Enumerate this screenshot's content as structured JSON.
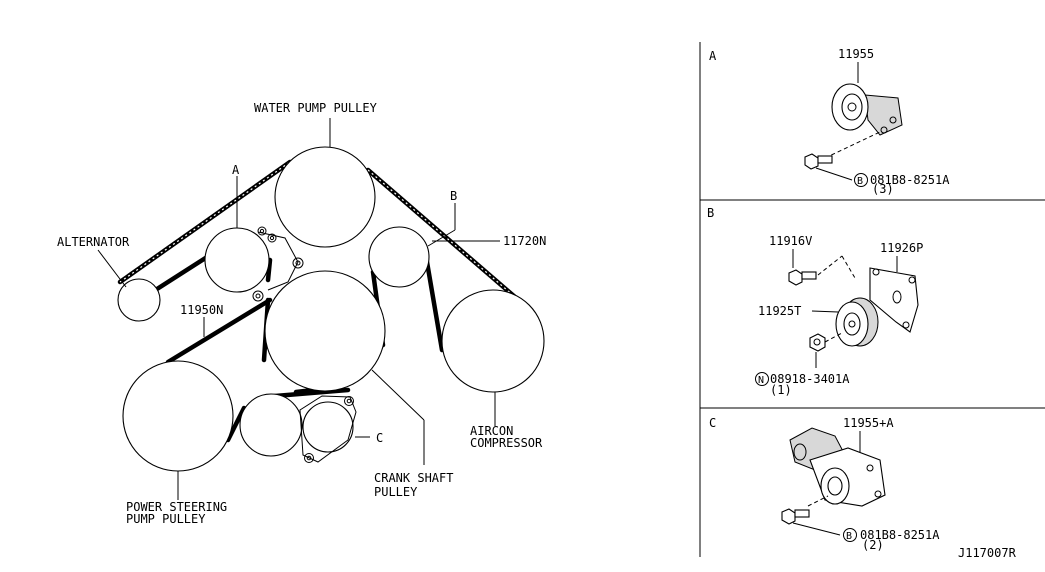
{
  "labels": {
    "water_pump_pulley": "WATER PUMP PULLEY",
    "alternator": "ALTERNATOR",
    "callout_a": "A",
    "callout_b": "B",
    "callout_c": "C",
    "part_11720n": "11720N",
    "part_11950n": "11950N",
    "aircon_line1": "AIRCON",
    "aircon_line2": "COMPRESSOR",
    "crank_line1": "CRANK SHAFT",
    "crank_line2": "PULLEY",
    "ps_line1": "POWER STEERING",
    "ps_line2": "PUMP PULLEY"
  },
  "panels": {
    "a": {
      "letter": "A",
      "part": "11955",
      "bolt_circle": "B",
      "bolt_code": "081B8-8251A",
      "qty": "(3)"
    },
    "b": {
      "letter": "B",
      "part_bolt": "11916V",
      "part_bracket": "11926P",
      "part_pulley": "11925T",
      "nut_circle": "N",
      "nut_code": "08918-3401A",
      "qty": "(1)"
    },
    "c": {
      "letter": "C",
      "part": "11955+A",
      "bolt_circle": "B",
      "bolt_code": "081B8-8251A",
      "qty": "(2)"
    }
  },
  "footer": {
    "code": "J117007R"
  }
}
